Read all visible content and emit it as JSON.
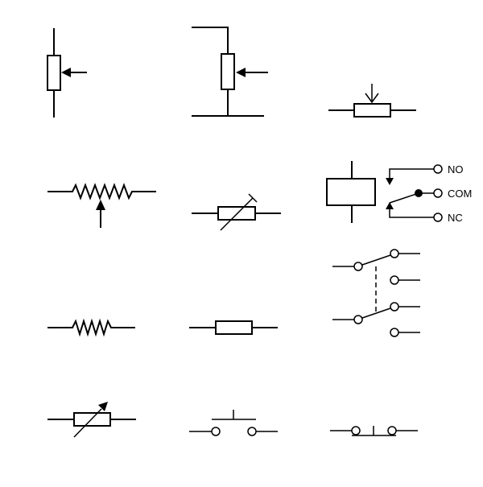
{
  "relay": {
    "contact_labels": [
      "NO",
      "COM",
      "NC"
    ]
  },
  "colors": {
    "stroke": "#000000",
    "background": "#ffffff"
  }
}
